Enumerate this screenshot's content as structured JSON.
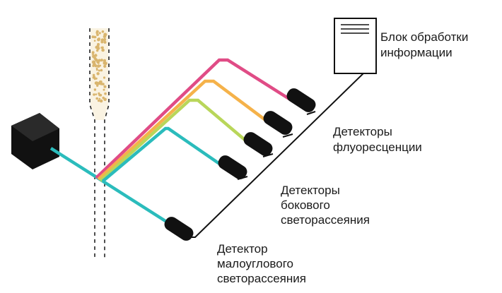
{
  "labels": {
    "processing_unit": [
      "Блок обработки",
      "информации"
    ],
    "fluorescence_detectors": [
      "Детекторы",
      "флуоресценции"
    ],
    "side_scatter_detectors": [
      "Детекторы",
      "бокового",
      "светорассеяния"
    ],
    "forward_scatter_detector": [
      "Детектор",
      "малоуглового",
      "светорассеяния"
    ]
  },
  "colors": {
    "laser_beam": "#2bbcbc",
    "fluorescence_1": "#e04c86",
    "fluorescence_2": "#f5b24a",
    "fluorescence_3": "#b9d65a",
    "wire": "#111111",
    "detector": "#111111",
    "particles": "#d9b56e"
  }
}
